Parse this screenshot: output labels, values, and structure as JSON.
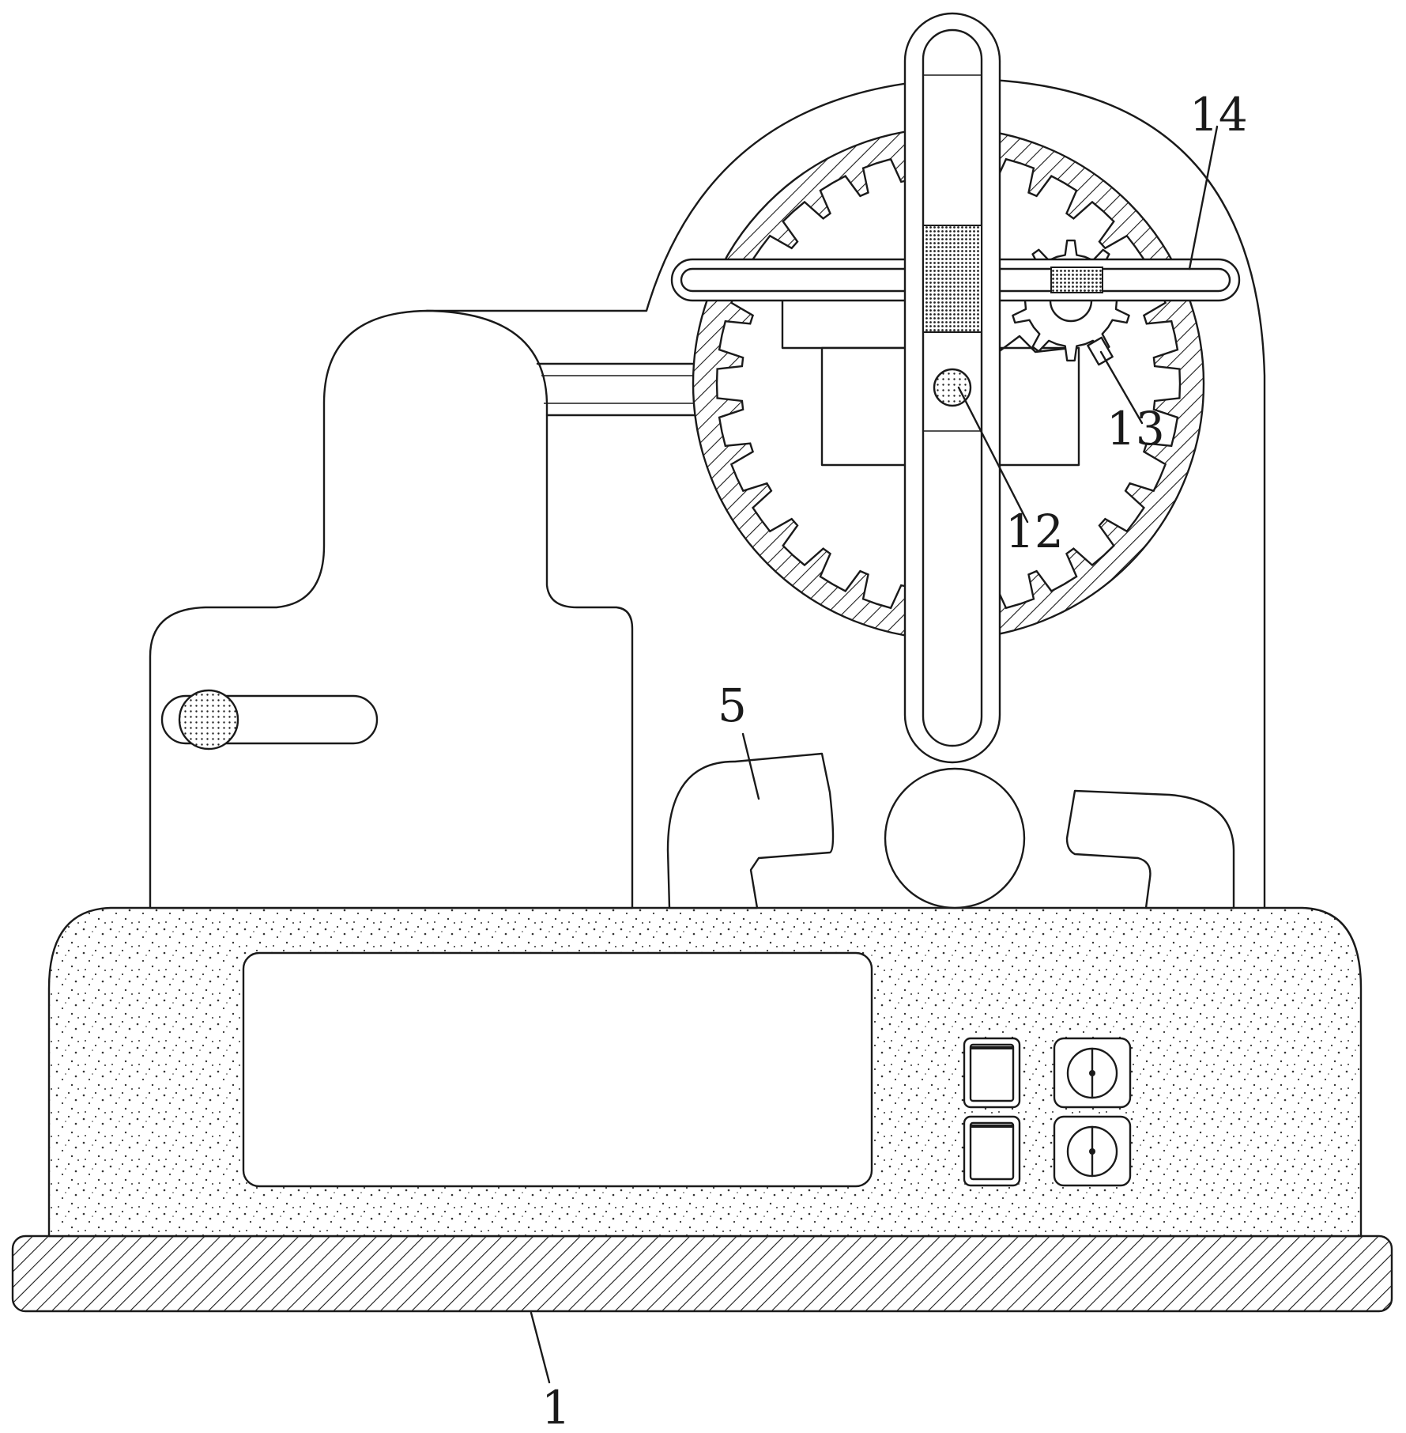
{
  "labels": {
    "label_1": "1",
    "label_5": "5",
    "label_12": "12",
    "label_13": "13",
    "label_14": "14"
  },
  "colors": {
    "stroke": "#1a1a1a",
    "background": "#ffffff"
  },
  "ring_gear": {
    "teeth": 30
  },
  "pinion_gear": {
    "teeth": 10
  }
}
